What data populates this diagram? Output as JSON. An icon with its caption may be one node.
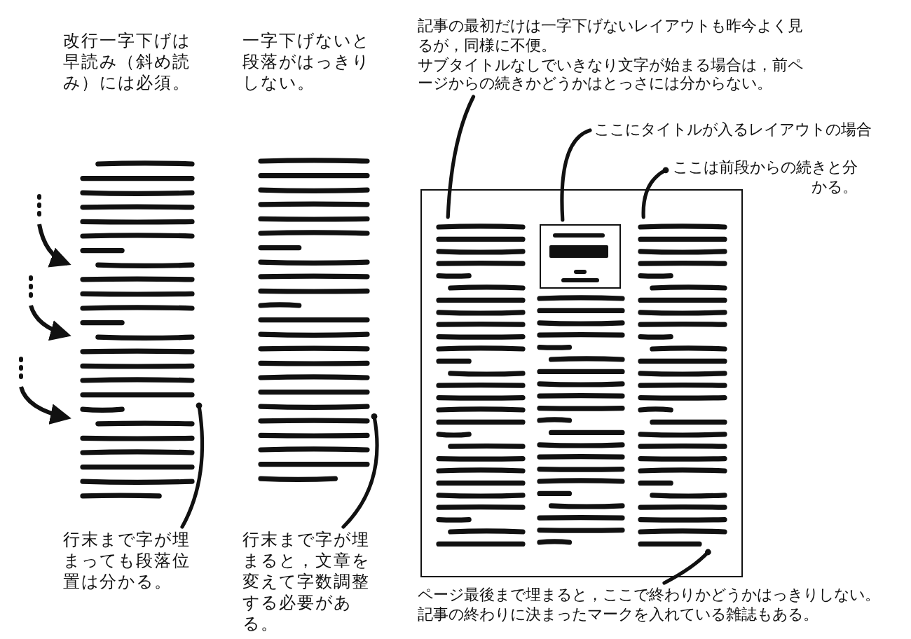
{
  "diagram": {
    "nodes": [
      {
        "text": [
          "記事の最初だけは一字下げないレイアウトも昨今よく見るが，同様に不便。",
          "サブタイトルなしでいきなり文字が始まる場合は，前ページからの続きかどうかはとっさには分からない。"
        ]
      },
      {
        "text": [
          "ここにタイトルが入るレイアウトの場合"
        ]
      },
      {
        "text": [
          "ここは前段からの続きと分かる。"
        ]
      },
      {
        "text": [
          "行末まで字が埋まっても段落位置は分かる。"
        ]
      },
      {
        "text": [
          "行末まで字が埋まると，文章を変えて字数調整する必要がある。"
        ]
      },
      {
        "text": [
          "ページ最後まで埋まると，ここで終わりかどうかはっきりしない。",
          "記事の終わりに決まったマークを入れている雑誌もある。"
        ]
      },
      {
        "text": [],
        "shape": "box"
      },
      {
        "text": [],
        "shape": "box",
        "in": 6
      },
      {
        "text": [],
        "shape": "picture"
      },
      {
        "text": [],
        "shape": "picture"
      },
      {
        "text": [],
        "shape": "picture",
        "in": 6
      },
      {
        "text": [],
        "shape": "picture",
        "in": 6
      },
      {
        "text": [],
        "shape": "picture",
        "in": 6
      }
    ],
    "edges": [
      {
        "from": 0,
        "to": 10,
        "arrow": "none"
      },
      {
        "from": 1,
        "to": 7,
        "arrow": "none"
      },
      {
        "from": 2,
        "to": 12,
        "arrow": "other"
      },
      {
        "from": 3,
        "to": 8,
        "arrow": "other"
      },
      {
        "from": 4,
        "to": 9,
        "arrow": "other"
      },
      {
        "from": 5,
        "to": 12,
        "arrow": "other"
      }
    ],
    "labels": [
      "改行一字下げは早読み（斜め読み）には必須。",
      "一字下げないと段落がはっきりしない。"
    ]
  }
}
